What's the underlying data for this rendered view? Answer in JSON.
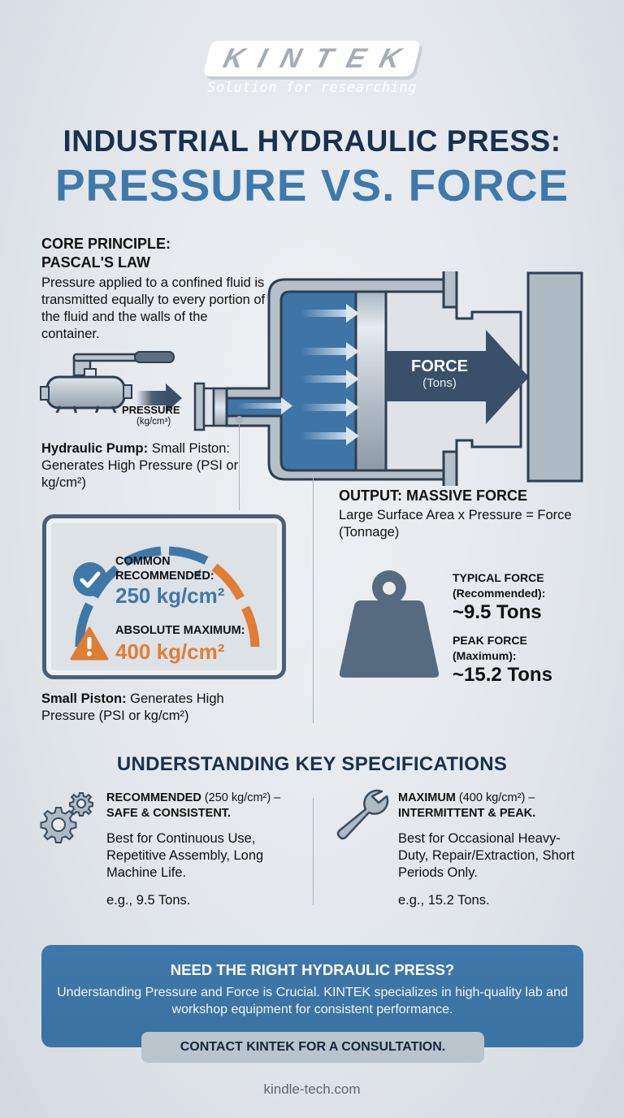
{
  "brand": {
    "logo_text": "KINTEK",
    "tagline": "Solution for researching"
  },
  "header": {
    "title_line1": "INDUSTRIAL HYDRAULIC PRESS:",
    "title_line2": "PRESSURE VS. FORCE"
  },
  "core_principle": {
    "heading_line1": "CORE PRINCIPLE:",
    "heading_line2": "PASCAL'S LAW",
    "body": "Pressure applied to a confined fluid is transmitted equally to every portion of the fluid and the walls of the container."
  },
  "pump": {
    "arrow_label": "PRESSURE",
    "arrow_unit": "(kg/cm³)",
    "caption_bold": "Hydraulic Pump:",
    "caption_text": " Small Piston: Generates High Pressure (PSI or kg/cm²)",
    "icon": "hand-pump-icon"
  },
  "diagram": {
    "force_label": "FORCE",
    "force_unit": "(Tons)",
    "colors": {
      "fluid": "#3e74a6",
      "frame": "#2d3f52",
      "metal": "#b5c0c9",
      "force_arrow": "#3a5068"
    }
  },
  "gauge": {
    "common_label_line1": "COMMON",
    "common_label_line2": "RECOMMENDED:",
    "common_value": "250 kg/cm²",
    "max_label": "ABSOLUTE MAXIMUM:",
    "max_value": "400 kg/cm²",
    "colors": {
      "safe": "#3f78a6",
      "danger": "#e07d34"
    },
    "icons": [
      "check-circle-icon",
      "warning-triangle-icon"
    ]
  },
  "small_piston": {
    "caption_bold": "Small Piston:",
    "caption_text": " Generates High Pressure (PSI or kg/cm²)"
  },
  "output": {
    "heading": "OUTPUT: MASSIVE FORCE",
    "body": "Large Surface Area x Pressure = Force (Tonnage)",
    "typical_label_line1": "TYPICAL FORCE",
    "typical_label_line2": "(Recommended):",
    "typical_value": "~9.5 Tons",
    "peak_label_line1": "PEAK FORCE",
    "peak_label_line2": "(Maximum):",
    "peak_value": "~15.2 Tons",
    "icon": "weight-icon"
  },
  "specs": {
    "title": "UNDERSTANDING KEY SPECIFICATIONS",
    "items": [
      {
        "icon": "gears-icon",
        "head_bold": "RECOMMENDED",
        "head_paren": " (250 kg/cm²) –",
        "head_line2": "SAFE & CONSISTENT.",
        "body": "Best for Continuous Use, Repetitive Assembly, Long Machine Life.",
        "example": "e.g., 9.5 Tons."
      },
      {
        "icon": "wrench-icon",
        "head_bold": "MAXIMUM",
        "head_paren": " (400 kg/cm²) –",
        "head_line2": "INTERMITTENT & PEAK.",
        "body": "Best for Occasional Heavy-Duty, Repair/Extraction, Short Periods Only.",
        "example": "e.g., 15.2 Tons."
      }
    ]
  },
  "cta": {
    "title": "NEED THE RIGHT HYDRAULIC PRESS?",
    "body": "Understanding Pressure and Force is Crucial. KINTEK specializes in high-quality lab and workshop equipment for consistent performance.",
    "button_label": "CONTACT KINTEK FOR A CONSULTATION."
  },
  "footer": {
    "url": "kindle-tech.com"
  }
}
